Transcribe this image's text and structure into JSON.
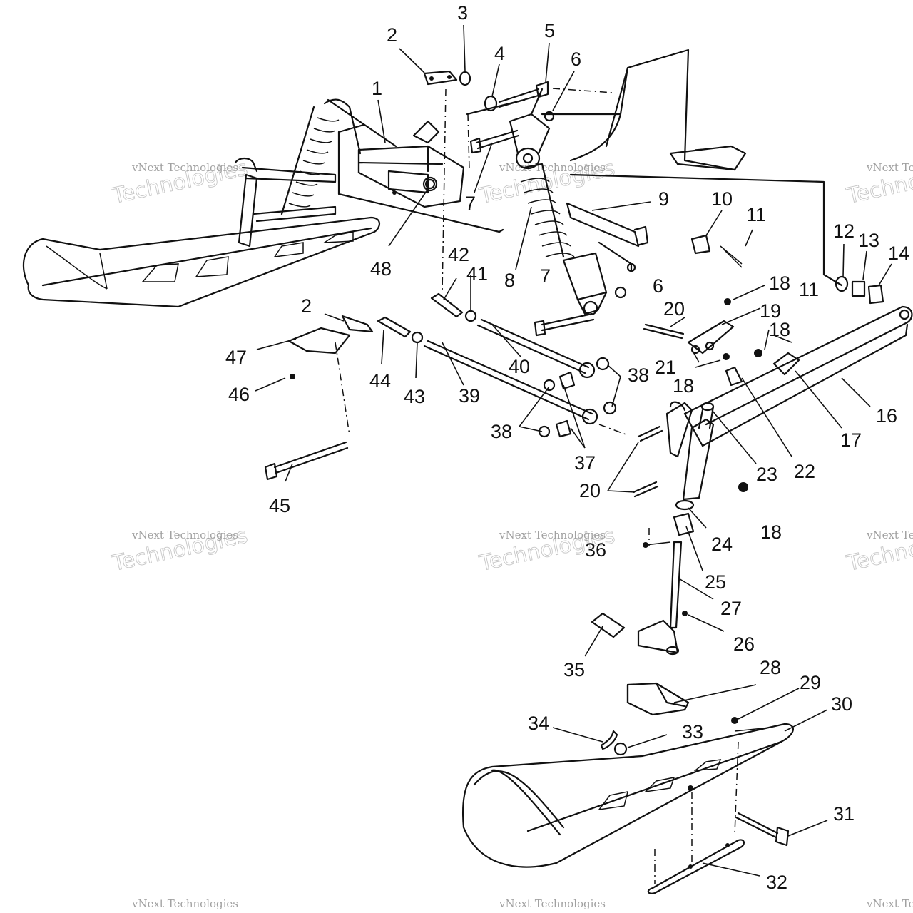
{
  "watermark": {
    "line1": "vNext Technologies",
    "line2": "Technologies"
  },
  "callouts": [
    "1",
    "2",
    "3",
    "4",
    "5",
    "6",
    "7",
    "8",
    "9",
    "10",
    "11",
    "12",
    "13",
    "14",
    "16",
    "17",
    "18",
    "19",
    "20",
    "21",
    "22",
    "23",
    "24",
    "25",
    "26",
    "27",
    "28",
    "29",
    "30",
    "31",
    "32",
    "33",
    "34",
    "35",
    "36",
    "37",
    "38",
    "39",
    "40",
    "41",
    "42",
    "43",
    "44",
    "45",
    "46",
    "47",
    "48"
  ]
}
